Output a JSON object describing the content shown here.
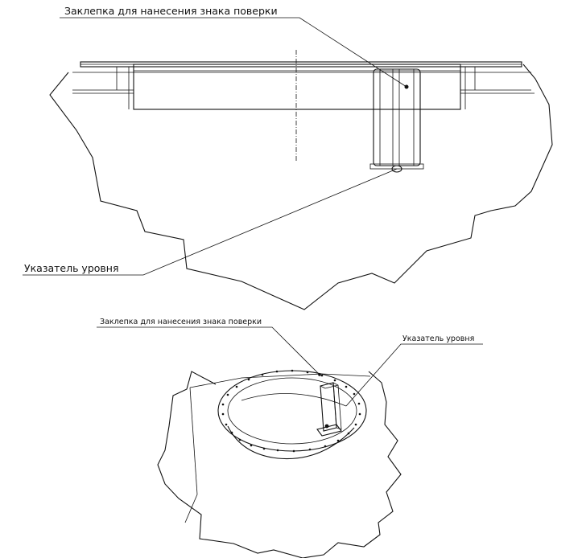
{
  "top_view": {
    "label_rivet": "Заклепка для нанесения знака поверки",
    "label_level": "Указатель уровня"
  },
  "iso_view": {
    "label_rivet": "Заклепка для нанесения знака поверки",
    "label_level": "Указатель уровня"
  }
}
